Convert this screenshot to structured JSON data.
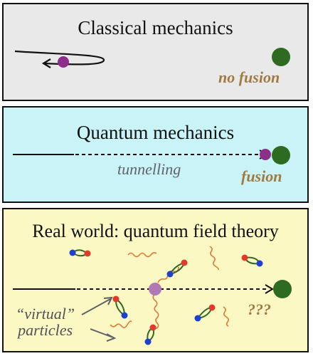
{
  "panels": {
    "classical": {
      "title": "Classical mechanics",
      "outcome": "no fusion"
    },
    "quantum": {
      "title": "Quantum mechanics",
      "process": "tunnelling",
      "outcome": "fusion"
    },
    "qft": {
      "title": "Real world: quantum field theory",
      "outcome": "???",
      "annotation_line1": "“virtual”",
      "annotation_line2": "particles"
    }
  },
  "colors": {
    "classical_bg": "#e9e9ea",
    "quantum_bg": "#c9f3f6",
    "qft_bg": "#fbf8c3",
    "projectile": "#8e2e8b",
    "virtual_projectile": "#b079b4",
    "target": "#2e6b22",
    "outcome_text": "#a07a40",
    "wavy_photon": "#e07a3a",
    "pair_red": "#e23a2a",
    "pair_blue": "#1f3fcf",
    "pair_loop": "#2f6b2a"
  },
  "icons": [
    "projectile-particle",
    "target-nucleus",
    "trajectory-arrow",
    "virtual-particle-pair",
    "wavy-photon-line"
  ]
}
